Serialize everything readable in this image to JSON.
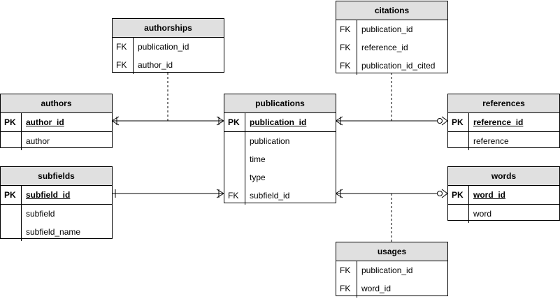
{
  "entities": {
    "authorships": {
      "title": "authorships",
      "rows": [
        {
          "key": "FK",
          "field": "publication_id"
        },
        {
          "key": "FK",
          "field": "author_id"
        }
      ]
    },
    "citations": {
      "title": "citations",
      "rows": [
        {
          "key": "FK",
          "field": "publication_id"
        },
        {
          "key": "FK",
          "field": "reference_id"
        },
        {
          "key": "FK",
          "field": "publication_id_cited"
        }
      ]
    },
    "authors": {
      "title": "authors",
      "rows": [
        {
          "key": "PK",
          "field": "author_id"
        },
        {
          "key": "",
          "field": "author"
        }
      ]
    },
    "publications": {
      "title": "publications",
      "rows": [
        {
          "key": "PK",
          "field": "publication_id"
        },
        {
          "key": "",
          "field": "publication"
        },
        {
          "key": "",
          "field": "time"
        },
        {
          "key": "",
          "field": "type"
        },
        {
          "key": "FK",
          "field": "subfield_id"
        }
      ]
    },
    "references": {
      "title": "references",
      "rows": [
        {
          "key": "PK",
          "field": "reference_id"
        },
        {
          "key": "",
          "field": "reference"
        }
      ]
    },
    "subfields": {
      "title": "subfields",
      "rows": [
        {
          "key": "PK",
          "field": "subfield_id"
        },
        {
          "key": "",
          "field": "subfield"
        },
        {
          "key": "",
          "field": "subfield_name"
        }
      ]
    },
    "words": {
      "title": "words",
      "rows": [
        {
          "key": "PK",
          "field": "word_id"
        },
        {
          "key": "",
          "field": "word"
        }
      ]
    },
    "usages": {
      "title": "usages",
      "rows": [
        {
          "key": "FK",
          "field": "publication_id"
        },
        {
          "key": "FK",
          "field": "word_id"
        }
      ]
    }
  }
}
